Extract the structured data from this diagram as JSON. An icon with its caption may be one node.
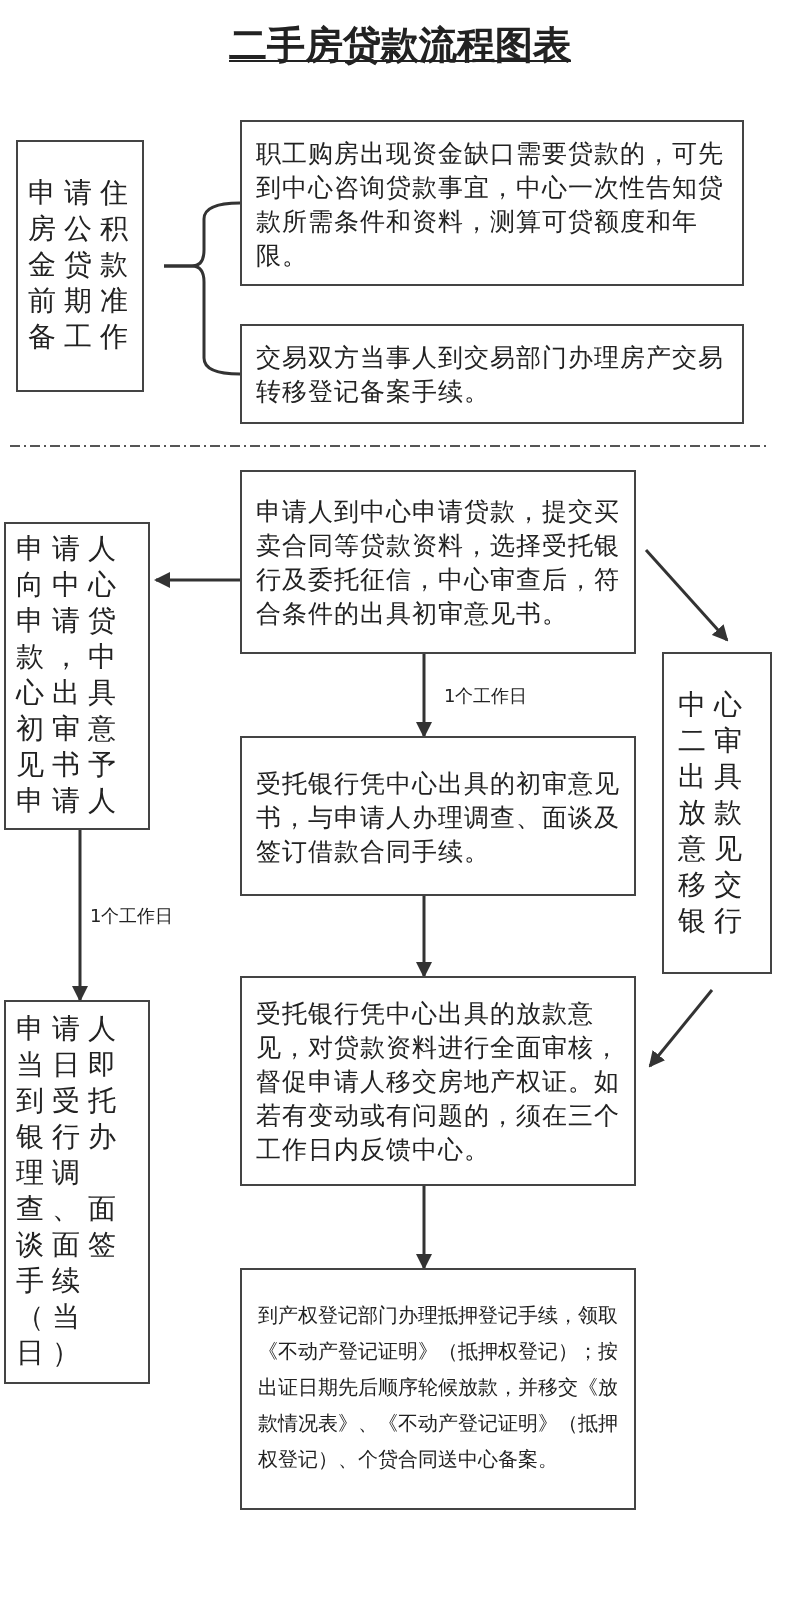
{
  "diagram": {
    "title": "二手房贷款流程图表",
    "nodes": [
      {
        "text": [
          "申请住房公积金贷款前期准备工作"
        ]
      },
      {
        "text": [
          "职工购房出现资金缺口需要贷款的，可先到中心咨询贷款事宜，中心一次性告知贷款所需条件和资料，测算可贷额度和年限。"
        ]
      },
      {
        "text": [
          "交易双方当事人到交易部门办理房产交易转移登记备案手续。"
        ]
      },
      {
        "text": [
          "申请人到中心申请贷款，提交买卖合同等贷款资料，选择受托银行及委托征信，中心审查后，符合条件的出具初审意见书。"
        ]
      },
      {
        "text": [
          "申请人向中心申请贷款，中心出具初审意见书予申请人"
        ]
      },
      {
        "text": [
          "受托银行凭中心出具的初审意见书，与申请人办理调查、面谈及签订借款合同手续。"
        ]
      },
      {
        "text": [
          "中心二审出具放款意见移交银行"
        ]
      },
      {
        "text": [
          "申请人当日即到受托银行办理调查、面谈面签手续（当日）"
        ]
      },
      {
        "text": [
          "受托银行凭中心出具的放款意见，对贷款资料进行全面审核，督促申请人移交房地产权证。如若有变动或有问题的，须在三个工作日内反馈中心。"
        ]
      },
      {
        "text": [
          "到产权登记部门办理抵押登记手续，领取《不动产登记证明》（抵押权登记）；按出证日期先后顺序轮候放款，并移交《放款情况表》、《不动产登记证明》（抵押权登记）、个贷合同送中心备案。"
        ]
      }
    ],
    "edges": [
      {
        "from": 0,
        "to": 1,
        "arrow": "none"
      },
      {
        "from": 0,
        "to": 2,
        "arrow": "none"
      },
      {
        "from": 3,
        "to": 4,
        "arrow": "to"
      },
      {
        "from": 3,
        "to": 5,
        "arrow": "to",
        "label": "1个工作日"
      },
      {
        "from": 3,
        "to": 6,
        "arrow": "to"
      },
      {
        "from": 4,
        "to": 7,
        "arrow": "to",
        "label": "1个工作日"
      },
      {
        "from": 5,
        "to": 8,
        "arrow": "to"
      },
      {
        "from": 6,
        "to": 8,
        "arrow": "to"
      },
      {
        "from": 8,
        "to": 9,
        "arrow": "to"
      }
    ]
  }
}
